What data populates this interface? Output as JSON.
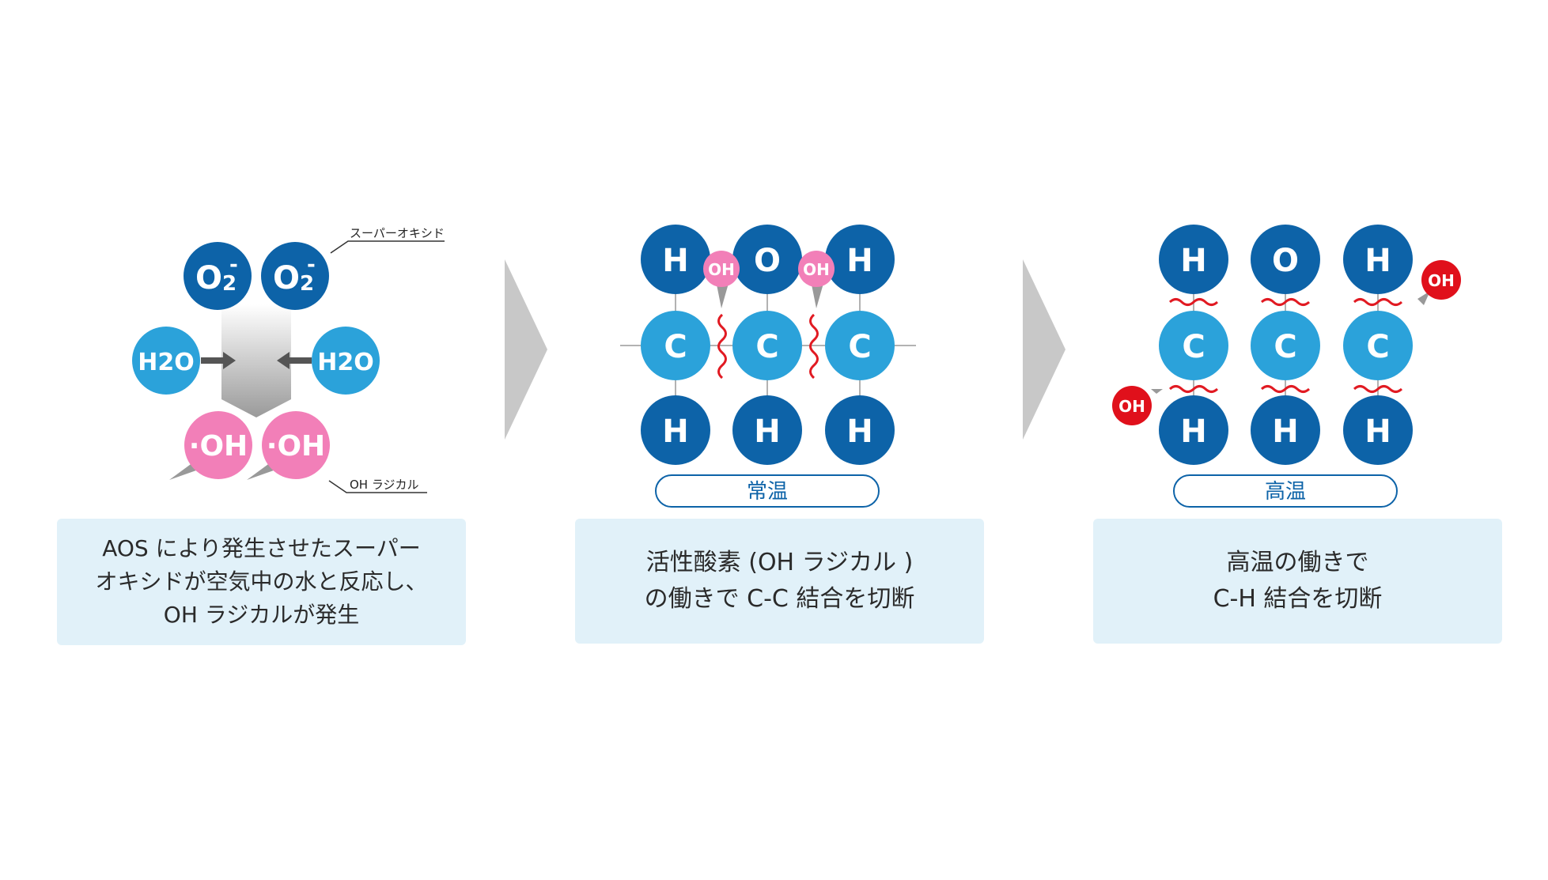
{
  "colors": {
    "dark_blue": "#0d63a8",
    "light_blue": "#2ba2da",
    "pink": "#f27fb8",
    "red": "#e0101b",
    "caption_bg": "#e1f1f9",
    "arrow_gray": "#c8c8c8",
    "bond_red": "#e11a22"
  },
  "step1": {
    "o2_label": "O",
    "o2_sub": "2",
    "o2_sup": "-",
    "h2o_label": "H2O",
    "oh_label": "·OH",
    "super_oxide_callout": "スーパーオキシド",
    "oh_radical_callout": "OH ラジカル",
    "caption": [
      "AOS により発生させたスーパー",
      "オキシドが空気中の水と反応し、",
      "OH ラジカルが発生"
    ]
  },
  "step2": {
    "top_row": [
      "H",
      "O",
      "H"
    ],
    "mid_row": [
      "C",
      "C",
      "C"
    ],
    "bottom_row": [
      "H",
      "H",
      "H"
    ],
    "oh_badge": "OH",
    "temp_label": "常温",
    "caption": [
      "活性酸素 (OH ラジカル )",
      "の働きで C-C 結合を切断"
    ]
  },
  "step3": {
    "top_row": [
      "H",
      "O",
      "H"
    ],
    "mid_row": [
      "C",
      "C",
      "C"
    ],
    "bottom_row": [
      "H",
      "H",
      "H"
    ],
    "oh_badge": "OH",
    "temp_label": "高温",
    "caption": [
      "高温の働きで",
      "C-H 結合を切断"
    ]
  }
}
